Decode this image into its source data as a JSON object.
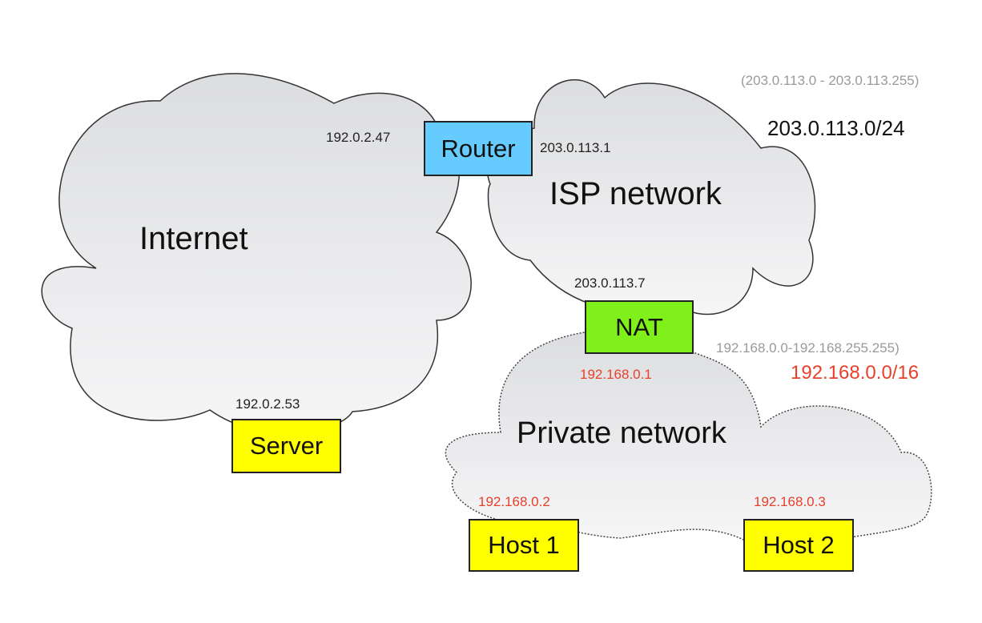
{
  "diagram": {
    "clouds": {
      "internet": {
        "label": "Internet",
        "fill": "#e8e9eb",
        "border": "solid"
      },
      "isp": {
        "label": "ISP network",
        "fill": "#e8e9eb",
        "border": "solid"
      },
      "private": {
        "label": "Private network",
        "fill": "#e8e9eb",
        "border": "dotted"
      }
    },
    "nodes": {
      "router": {
        "label": "Router",
        "color": "#66ccff"
      },
      "nat": {
        "label": "NAT",
        "color": "#80f01a"
      },
      "server": {
        "label": "Server",
        "color": "#ffff00"
      },
      "host1": {
        "label": "Host 1",
        "color": "#ffff00"
      },
      "host2": {
        "label": "Host 2",
        "color": "#ffff00"
      }
    },
    "addresses": {
      "router_internet": "192.0.2.47",
      "router_isp": "203.0.113.1",
      "nat_public": "203.0.113.7",
      "nat_private": "192.168.0.1",
      "server": "192.0.2.53",
      "host1": "192.168.0.2",
      "host2": "192.168.0.3"
    },
    "subnets": {
      "isp_range": "(203.0.113.0 - 203.0.113.255)",
      "isp_cidr": "203.0.113.0/24",
      "private_range": "192.168.0.0-192.168.255.255)",
      "private_cidr": "192.168.0.0/16"
    },
    "colors": {
      "private_address": "#e8402a",
      "range_text": "#9a9a9a"
    }
  }
}
